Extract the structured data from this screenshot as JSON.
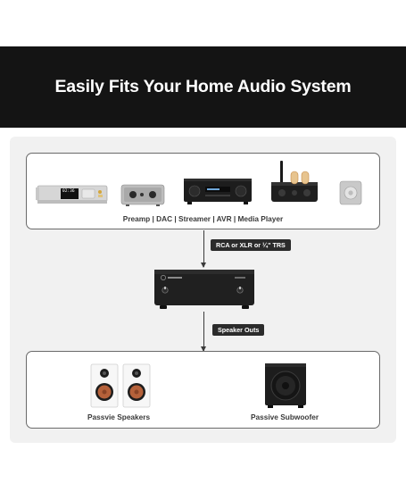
{
  "banner": {
    "title": "Easily Fits Your Home Audio System"
  },
  "sources": {
    "caption": "Preamp  |  DAC  |  Streamer  |  AVR  |  Media Player",
    "display_time": "02:36"
  },
  "connection_input": {
    "label": "RCA or XLR or ¼\" TRS"
  },
  "connection_output": {
    "label": "Speaker Outs"
  },
  "outputs": {
    "speakers_label": "Passvie Speakers",
    "subwoofer_label": "Passive Subwoofer"
  },
  "colors": {
    "banner_bg": "#141414",
    "panel_bg": "#f1f1f1",
    "woofer_copper": "#b5613a",
    "device_dark": "#1d1d1d"
  }
}
